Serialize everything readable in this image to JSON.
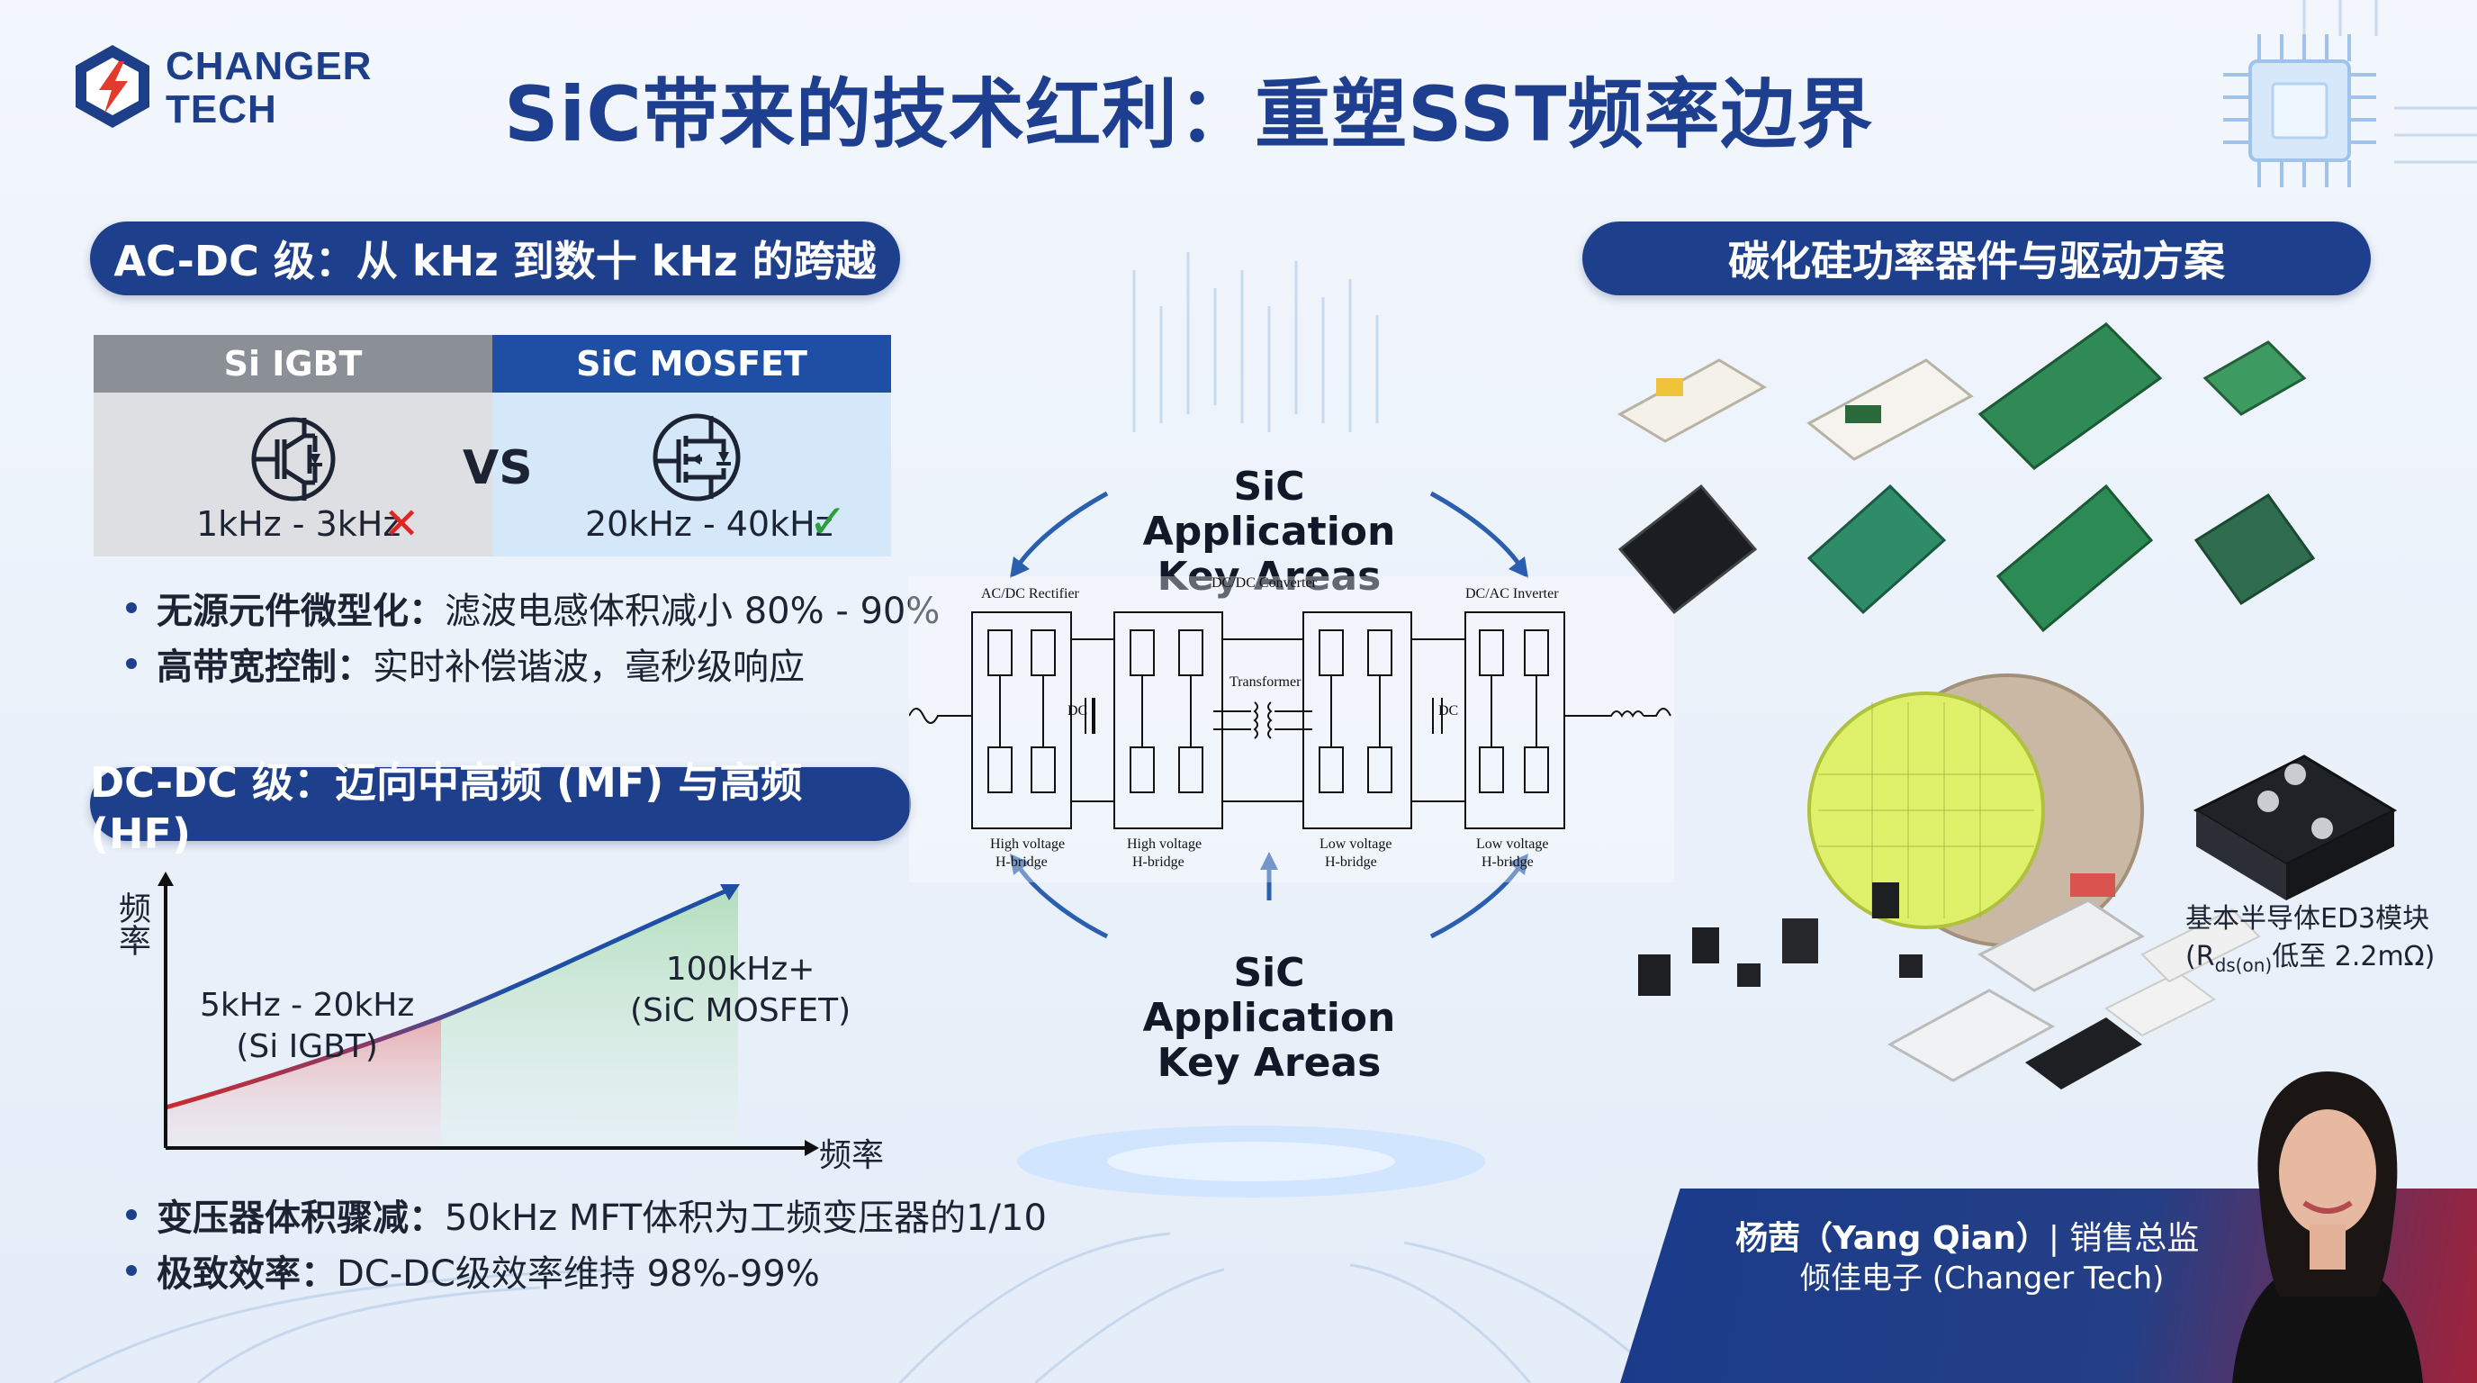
{
  "header": {
    "logo_line1": "CHANGER",
    "logo_line2": "TECH",
    "title": "SiC带来的技术红利：重塑SST频率边界"
  },
  "left": {
    "ac_section_title": "AC-DC 级：从 kHz 到数十 kHz 的跨越",
    "compare": {
      "si_head": "Si IGBT",
      "sic_head": "SiC MOSFET",
      "vs": "VS",
      "si_freq": "1kHz - 3kHz",
      "sic_freq": "20kHz - 40kHz",
      "cross_symbol": "✕",
      "check_symbol": "✓"
    },
    "ac_bullets": [
      {
        "bold": "无源元件微型化：",
        "text": "滤波电感体积减小 80% - 90%"
      },
      {
        "bold": "高带宽控制：",
        "text": "实时补偿谐波，毫秒级响应"
      }
    ],
    "dc_section_title": "DC-DC 级：迈向中高频 (MF) 与高频 (HF)",
    "curve": {
      "y_label": "频率",
      "x_label": "频率",
      "low_label_1": "5kHz - 20kHz",
      "low_label_2": "(Si IGBT)",
      "high_label_1": "100kHz+",
      "high_label_2": "(SiC MOSFET)"
    },
    "dc_bullets": [
      {
        "bold": "变压器体积骤减：",
        "text": "50kHz MFT体积为工频变压器的1/10"
      },
      {
        "bold": "极致效率：",
        "text": "DC-DC级效率维持 98%-99%"
      }
    ]
  },
  "center": {
    "key_top_1": "SiC Application",
    "key_top_2": "Key Areas",
    "key_bot_1": "SiC Application",
    "key_bot_2": "Key Areas",
    "schematic": {
      "acdc": "AC/DC Rectifier",
      "dcdc": "DC/DC Converter",
      "dcac": "DC/AC Inverter",
      "transformer": "Transformer",
      "dc": "DC",
      "hb1_1": "High voltage",
      "hb1_2": "H-bridge",
      "hb2_1": "High voltage",
      "hb2_2": "H-bridge",
      "hb3_1": "Low voltage",
      "hb3_2": "H-bridge",
      "hb4_1": "Low voltage",
      "hb4_2": "H-bridge"
    }
  },
  "right": {
    "section_title": "碳化硅功率器件与驱动方案",
    "product_label_1": "基本半导体ED3模块",
    "product_label_2_a": "(R",
    "product_label_2_sub": "ds(on)",
    "product_label_2_b": "低至 2.2mΩ)",
    "speaker_name": "杨茜（Yang Qian）",
    "speaker_role": "| 销售总监",
    "speaker_company": "倾佳电子 (Changer Tech)"
  },
  "colors": {
    "navy": "#1e3f8c",
    "title_blue": "#1e3f8f",
    "gray_head": "#8b8f96",
    "sic_head": "#1f4fa4",
    "cross": "#e02525",
    "check": "#2c9f3c",
    "curve_blue": "#1f4fa4",
    "curve_red": "#cc2b2b"
  },
  "icons": [
    "logo-icon",
    "igbt-symbol-icon",
    "mosfet-symbol-icon",
    "cross-icon",
    "check-icon",
    "chip-icon"
  ]
}
